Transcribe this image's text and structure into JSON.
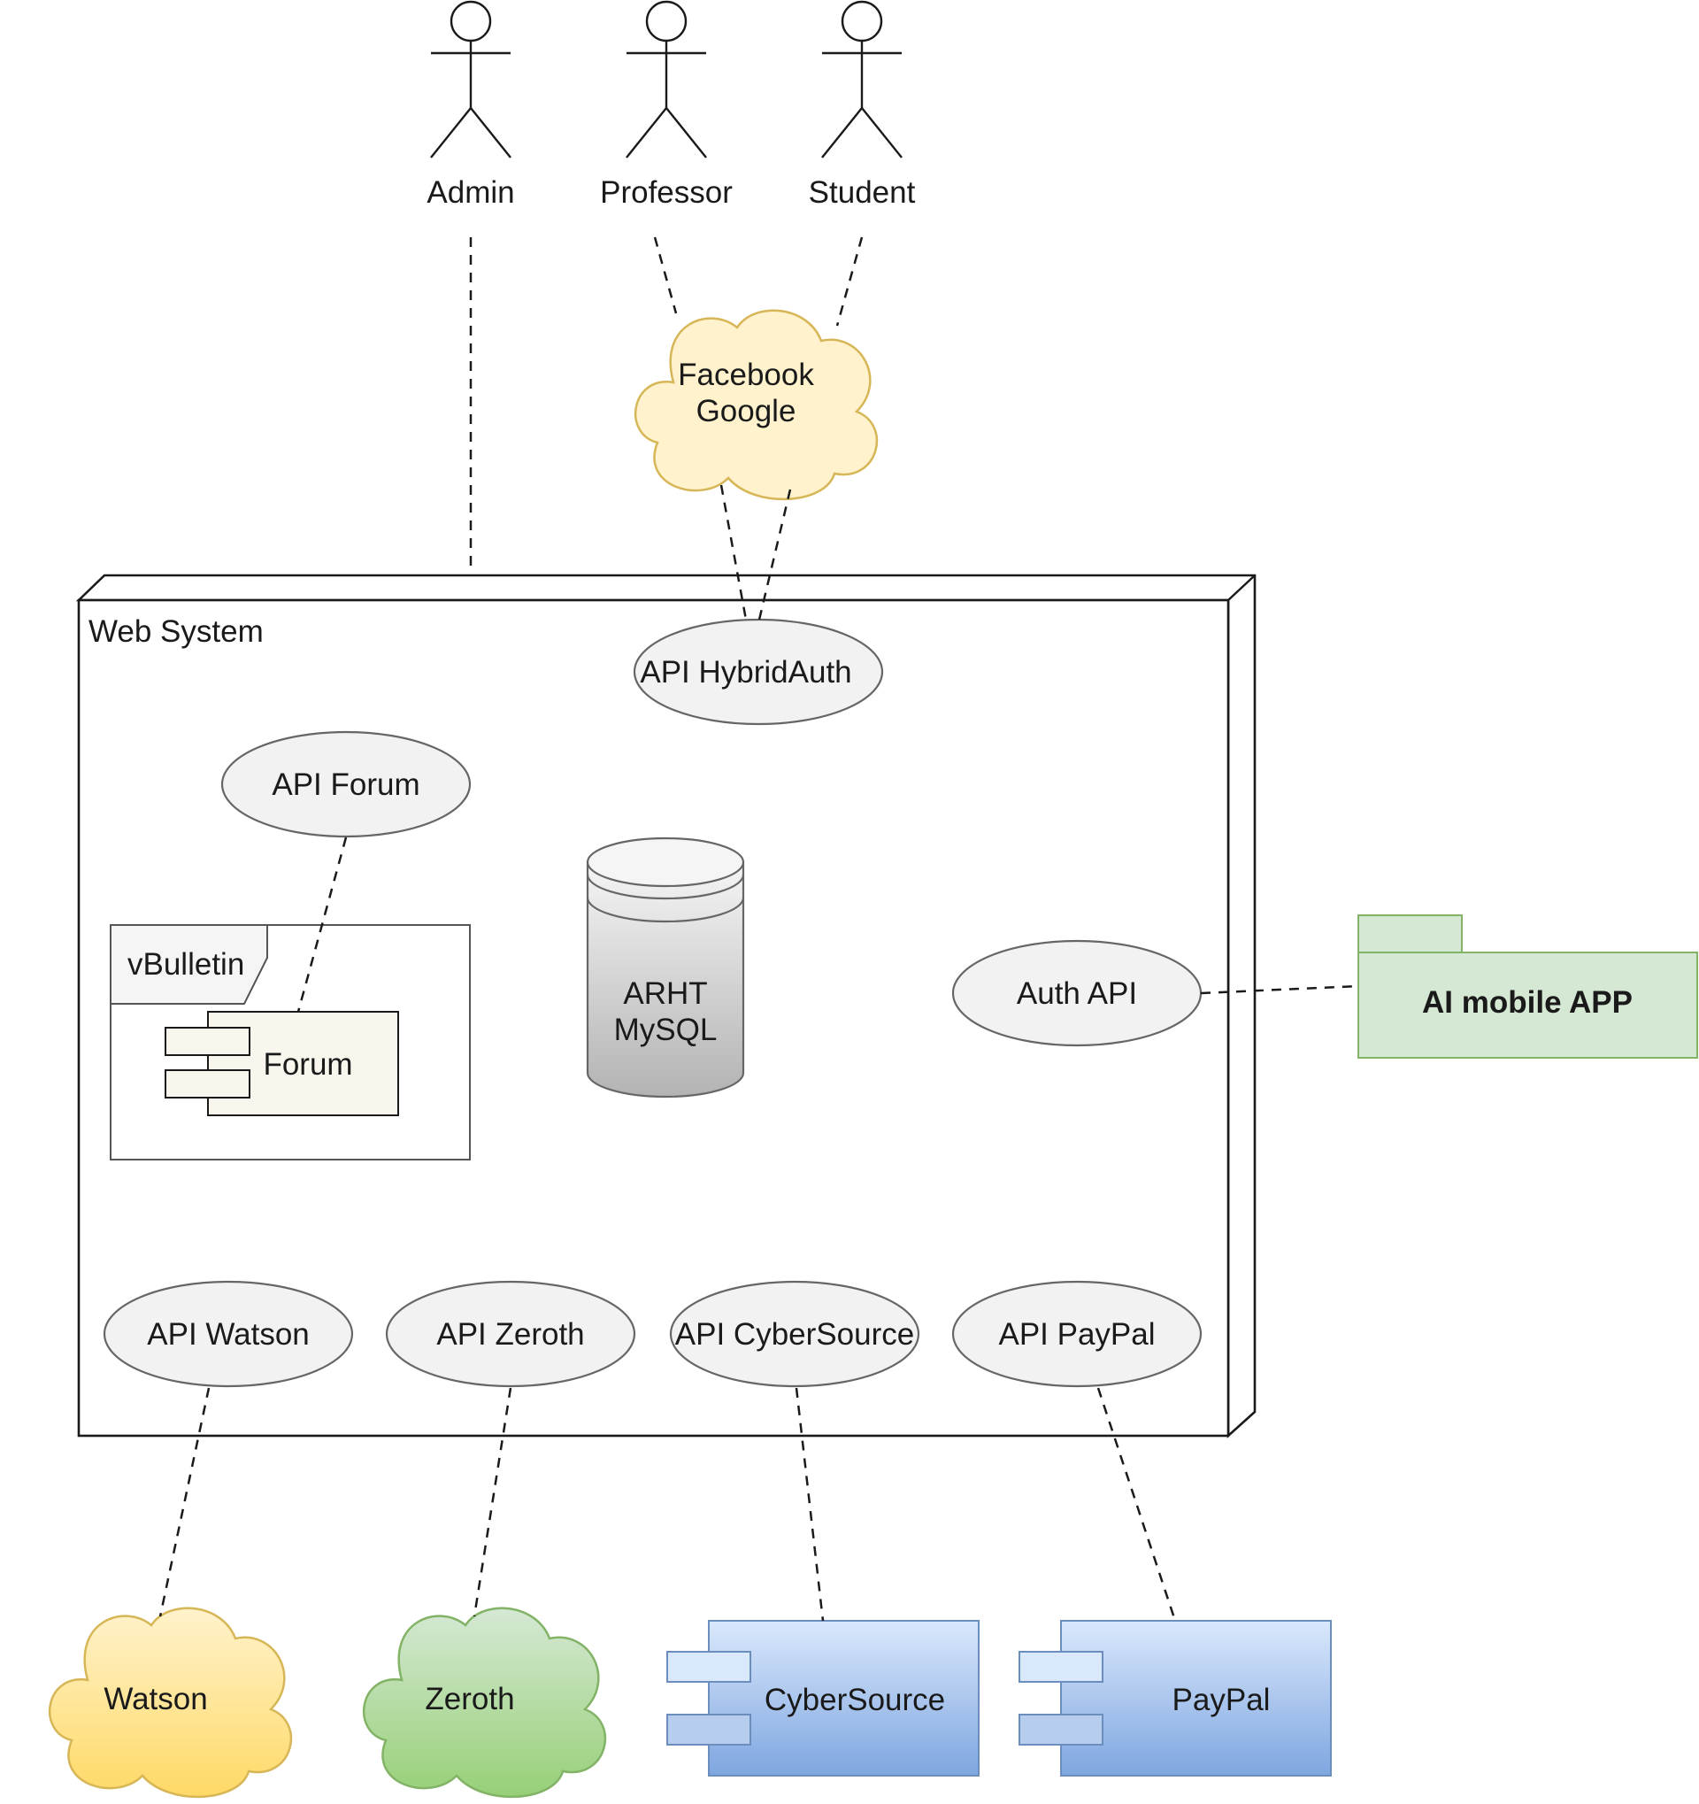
{
  "actors": {
    "admin": "Admin",
    "professor": "Professor",
    "student": "Student"
  },
  "clouds": {
    "social": {
      "line1": "Facebook",
      "line2": "Google"
    },
    "watson": "Watson",
    "zeroth": "Zeroth"
  },
  "web_system": {
    "title": "Web System",
    "hybridauth": "API HybridAuth",
    "forum_api": "API Forum",
    "vbulletin": {
      "title": "vBulletin",
      "forum": "Forum"
    },
    "database": {
      "line1": "ARHT",
      "line2": "MySQL"
    },
    "auth_api": "Auth API",
    "api_watson": "API Watson",
    "api_zeroth": "API Zeroth",
    "api_cybersource": "API CyberSource",
    "api_paypal": "API PayPal"
  },
  "mobile_app": "AI mobile APP",
  "components": {
    "cybersource": "CyberSource",
    "paypal": "PayPal"
  },
  "colors": {
    "cloud_yellow": "#fff2cc",
    "cloud_yellow_stroke": "#d6b656",
    "cloud_watson_top": "#fff2cc",
    "cloud_watson_bottom": "#ffd966",
    "cloud_green_top": "#d5e8d4",
    "cloud_green_bottom": "#97d077",
    "cloud_green_stroke": "#82b366",
    "component_blue_top": "#dae8fc",
    "component_blue_bottom": "#7ea6e0",
    "component_blue_stroke": "#6c8ebf",
    "package_green": "#d5e8d4",
    "package_green_stroke": "#82b366",
    "db_top": "#f5f5f5",
    "db_bottom": "#b3b3b3",
    "forum_fill": "#f9f7ed"
  }
}
